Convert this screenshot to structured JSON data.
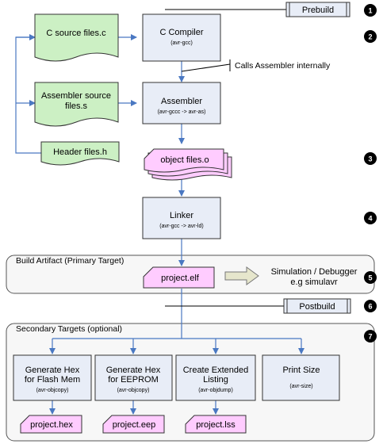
{
  "stages": {
    "prebuild": "Prebuild",
    "postbuild": "Postbuild"
  },
  "sources": {
    "c_source": "C source files.c",
    "asm_source_line1": "Assembler source",
    "asm_source_line2": "files.s",
    "header": "Header files.h"
  },
  "tools": {
    "compiler_title": "C Compiler",
    "compiler_sub": "(avr-gcc)",
    "compiler_note": "Calls Assembler internally",
    "assembler_title": "Assembler",
    "assembler_sub": "(avr-gccc -> avr-as)",
    "object_files": "object files.o",
    "linker_title": "Linker",
    "linker_sub": "(avr-gcc -> avr-ld)"
  },
  "build_artifact": {
    "label": "Build Artifact (Primary Target)",
    "file": "project.elf",
    "sim_line1": "Simulation / Debugger",
    "sim_line2": "e.g simulavr"
  },
  "secondary": {
    "label": "Secondary Targets (optional)",
    "hex_flash_line1": "Generate Hex",
    "hex_flash_line2": "for Flash Mem",
    "hex_flash_sub": "(avr-objcopy)",
    "hex_flash_file": "project.hex",
    "hex_eeprom_line1": "Generate Hex",
    "hex_eeprom_line2": "for EEPROM",
    "hex_eeprom_sub": "(avr-objcopy)",
    "hex_eeprom_file": "project.eep",
    "listing_line1": "Create Extended",
    "listing_line2": "Listing",
    "listing_sub": "(avr-objdump)",
    "listing_file": "project.lss",
    "size_title": "Print Size",
    "size_sub": "(avr-size)"
  },
  "badges": [
    "1",
    "2",
    "3",
    "4",
    "5",
    "6",
    "7"
  ],
  "colors": {
    "tool_fill": "#e8edf7",
    "source_fill": "#ccf0c4",
    "artifact_fill": "#ffccff",
    "group_fill": "#f7f7f7",
    "arrow": "#4a78c2",
    "badge": "#000000"
  }
}
